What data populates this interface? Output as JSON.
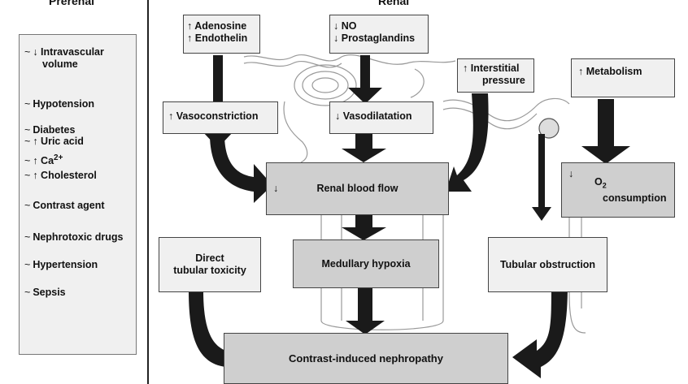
{
  "headers": {
    "left": "Prerenal",
    "right": "Renal"
  },
  "prerenal_factors": [
    {
      "arrow": "down",
      "line1": "Intravascular",
      "line2": "volume"
    },
    {
      "arrow": "",
      "line1": "Hypotension"
    },
    {
      "arrow": "",
      "line1": "Diabetes"
    },
    {
      "arrow": "up",
      "line1": "Uric acid"
    },
    {
      "arrow": "up",
      "line1": "Ca",
      "sup": "2+"
    },
    {
      "arrow": "up",
      "line1": "Cholesterol"
    },
    {
      "arrow": "",
      "line1": "Contrast agent"
    },
    {
      "arrow": "",
      "line1": "Nephrotoxic drugs"
    },
    {
      "arrow": "",
      "line1": "Hypertension"
    },
    {
      "arrow": "",
      "line1": "Sepsis"
    }
  ],
  "boxes": {
    "adenosine": {
      "line1": "Adenosine",
      "line2": "Endothelin"
    },
    "no": {
      "line1": "NO",
      "line2": "Prostaglandins"
    },
    "interstitial": {
      "line1": "Interstitial",
      "line2": "pressure"
    },
    "metabolism": {
      "line1": "Metabolism"
    },
    "vasoconstriction": {
      "line1": "Vasoconstriction"
    },
    "vasodilatation": {
      "line1": "Vasodilatation"
    },
    "renal_blood_flow": {
      "line1": "Renal blood flow"
    },
    "o2": {
      "symbol": "O",
      "sub": "2",
      "line2": "consumption"
    },
    "direct": {
      "line1": "Direct",
      "line2": "tubular toxicity"
    },
    "medullary": {
      "line1": "Medullary hypoxia"
    },
    "tubular": {
      "line1": "Tubular obstruction"
    },
    "cin": {
      "line1": "Contrast-induced nephropathy"
    }
  },
  "symbols": {
    "up": "↑",
    "down": "↓",
    "tilde": "~"
  }
}
